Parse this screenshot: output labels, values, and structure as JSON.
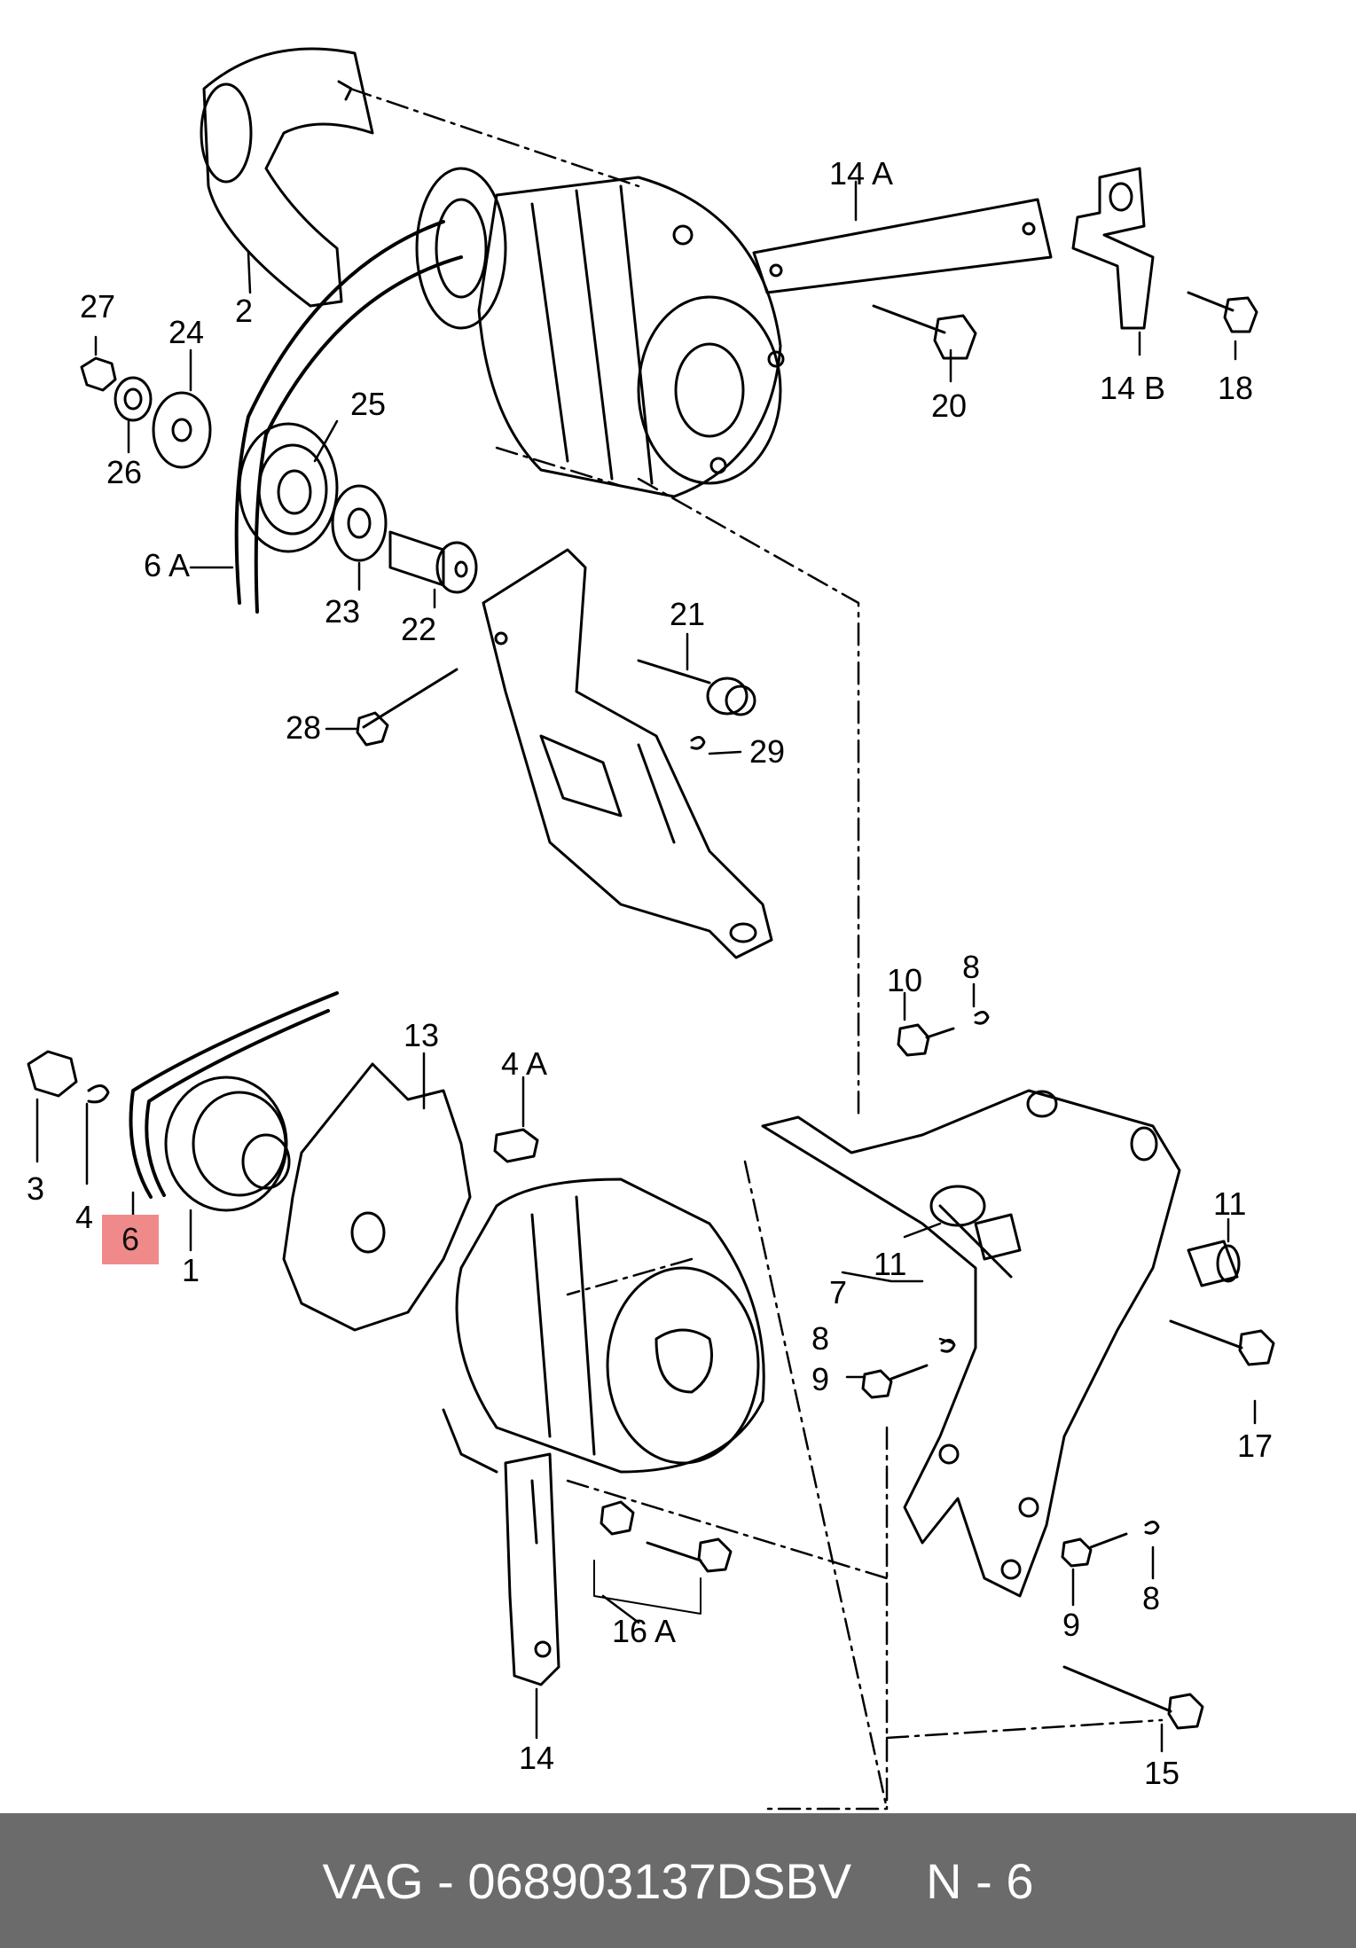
{
  "callouts": [
    {
      "id": "2",
      "text": "2"
    },
    {
      "id": "14A",
      "text": "14 A"
    },
    {
      "id": "27",
      "text": "27"
    },
    {
      "id": "24",
      "text": "24"
    },
    {
      "id": "26",
      "text": "26"
    },
    {
      "id": "25",
      "text": "25"
    },
    {
      "id": "6A",
      "text": "6 A"
    },
    {
      "id": "23",
      "text": "23"
    },
    {
      "id": "22",
      "text": "22"
    },
    {
      "id": "20",
      "text": "20"
    },
    {
      "id": "14B",
      "text": "14 B"
    },
    {
      "id": "18",
      "text": "18"
    },
    {
      "id": "21",
      "text": "21"
    },
    {
      "id": "28",
      "text": "28"
    },
    {
      "id": "29",
      "text": "29"
    },
    {
      "id": "10",
      "text": "10"
    },
    {
      "id": "8a",
      "text": "8"
    },
    {
      "id": "13",
      "text": "13"
    },
    {
      "id": "4A",
      "text": "4 A"
    },
    {
      "id": "3",
      "text": "3"
    },
    {
      "id": "4",
      "text": "4"
    },
    {
      "id": "6",
      "text": "6"
    },
    {
      "id": "1",
      "text": "1"
    },
    {
      "id": "11a",
      "text": "11"
    },
    {
      "id": "11b",
      "text": "11"
    },
    {
      "id": "7",
      "text": "7"
    },
    {
      "id": "8b",
      "text": "8"
    },
    {
      "id": "9a",
      "text": "9"
    },
    {
      "id": "17",
      "text": "17"
    },
    {
      "id": "9b",
      "text": "9"
    },
    {
      "id": "8c",
      "text": "8"
    },
    {
      "id": "16A",
      "text": "16 A"
    },
    {
      "id": "14",
      "text": "14"
    },
    {
      "id": "15",
      "text": "15"
    }
  ],
  "highlight": {
    "callout": "6",
    "color": "#f08a8a"
  },
  "footer": {
    "part_number": "VAG - 068903137DSBV",
    "page": "N - 6",
    "background": "#6b6b6b"
  }
}
